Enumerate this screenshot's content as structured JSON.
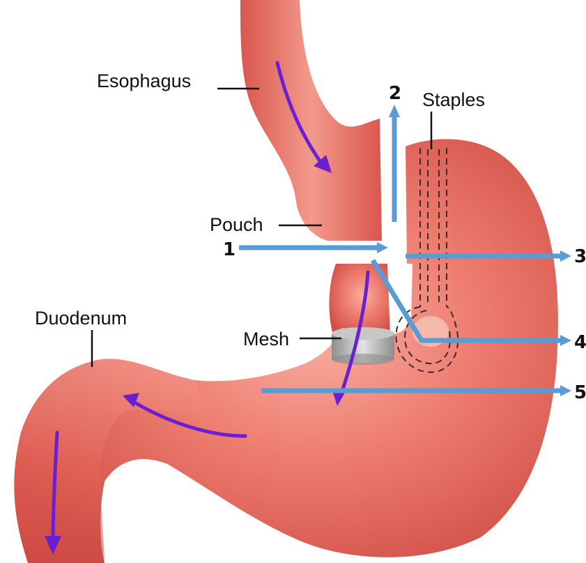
{
  "labels": {
    "esophagus": "Esophagus",
    "staples": "Staples",
    "pouch": "Pouch",
    "duodenum": "Duodenum",
    "mesh": "Mesh"
  },
  "markers": {
    "m1": "1",
    "m2": "2",
    "m3": "3",
    "m4": "4",
    "m5": "5"
  },
  "colors": {
    "stomach": "#e8645a",
    "stomach_light": "#f6a79a",
    "stomach_dark": "#c9463f",
    "flow_arrow": "#6a1fd0",
    "section_line": "#5b9bd5",
    "mesh": "#a9a9a9"
  }
}
